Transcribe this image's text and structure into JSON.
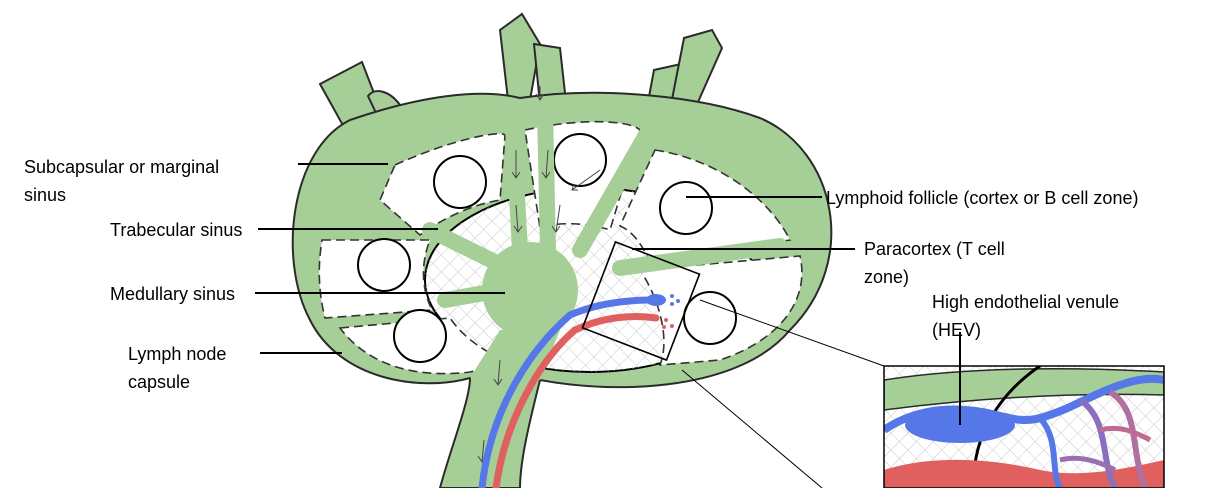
{
  "labels": {
    "subcapsular": "Subcapsular or marginal\nsinus",
    "trabecular": "Trabecular sinus",
    "medullary": "Medullary sinus",
    "capsule": "Lymph node\ncapsule",
    "follicle": "Lymphoid follicle (cortex or B cell zone)",
    "paracortex": "Paracortex (T cell\nzone)",
    "hev": "High endothelial venule\n(HEV)"
  },
  "colors": {
    "sinus_green": "#a6cf98",
    "vein_blue": "#5577e8",
    "artery_red": "#e06060",
    "outline": "#000000"
  }
}
